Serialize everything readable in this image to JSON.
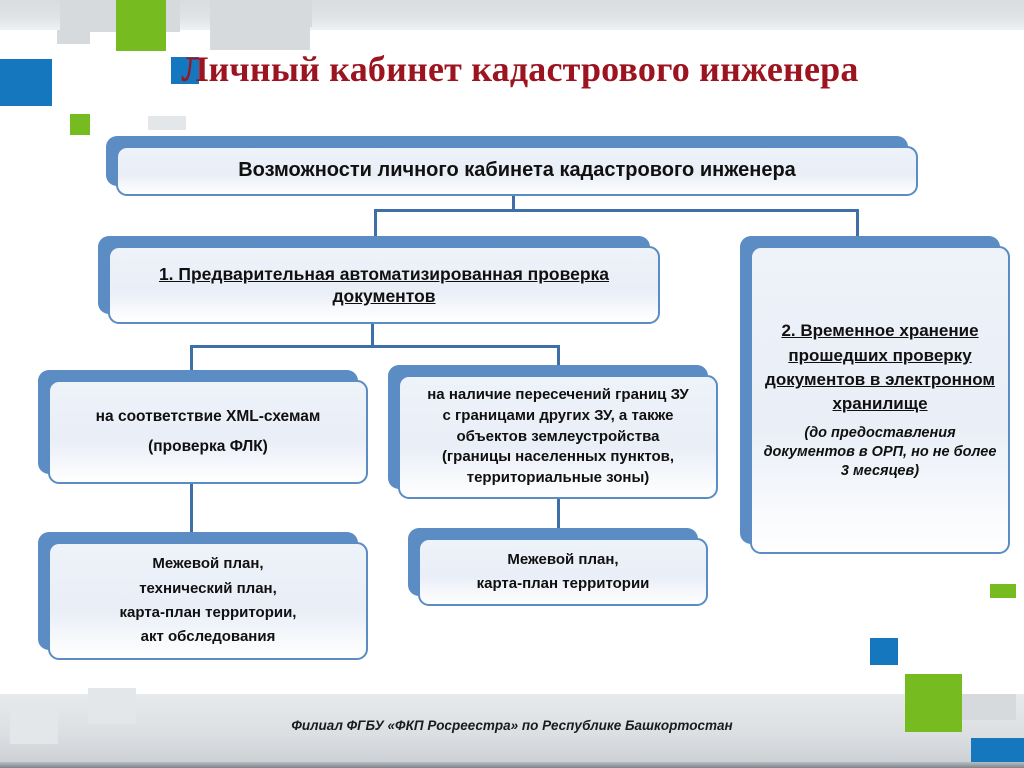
{
  "slide": {
    "title": "Личный кабинет кадастрового инженера",
    "footer": "Филиал ФГБУ «ФКП Росреестра» по Республике Башкортостан"
  },
  "colors": {
    "title_red": "#9c1420",
    "box_blue": "#5b8cc4",
    "connector_blue": "#3f6fa9",
    "accent_green": "#76bc21",
    "accent_blue": "#1578bf",
    "box_fill": "#eef2f9"
  },
  "diagram": {
    "header": {
      "label": "Возможности личного кабинета кадастрового инженера"
    },
    "branch1": {
      "label": "1. Предварительная автоматизированная проверка документов"
    },
    "branch2": {
      "label": "2. Временное хранение прошедших проверку документов в электронном хранилище",
      "note": "(до предоставления документов  в ОРП, но не более 3 месяцев)"
    },
    "check1": {
      "line1": "на соответствие XML-схемам",
      "line2": "(проверка ФЛК)"
    },
    "check2": {
      "line1": "на наличие пересечений границ ЗУ",
      "line2": "с границами других ЗУ, а также",
      "line3": "объектов землеустройства",
      "line4": "(границы населенных пунктов,",
      "line5": "территориальные зоны)"
    },
    "docs1": {
      "line1": "Межевой план,",
      "line2": "технический план,",
      "line3": "карта-план территории,",
      "line4": "акт обследования"
    },
    "docs2": {
      "line1": "Межевой план,",
      "line2": "карта-план территории"
    }
  }
}
